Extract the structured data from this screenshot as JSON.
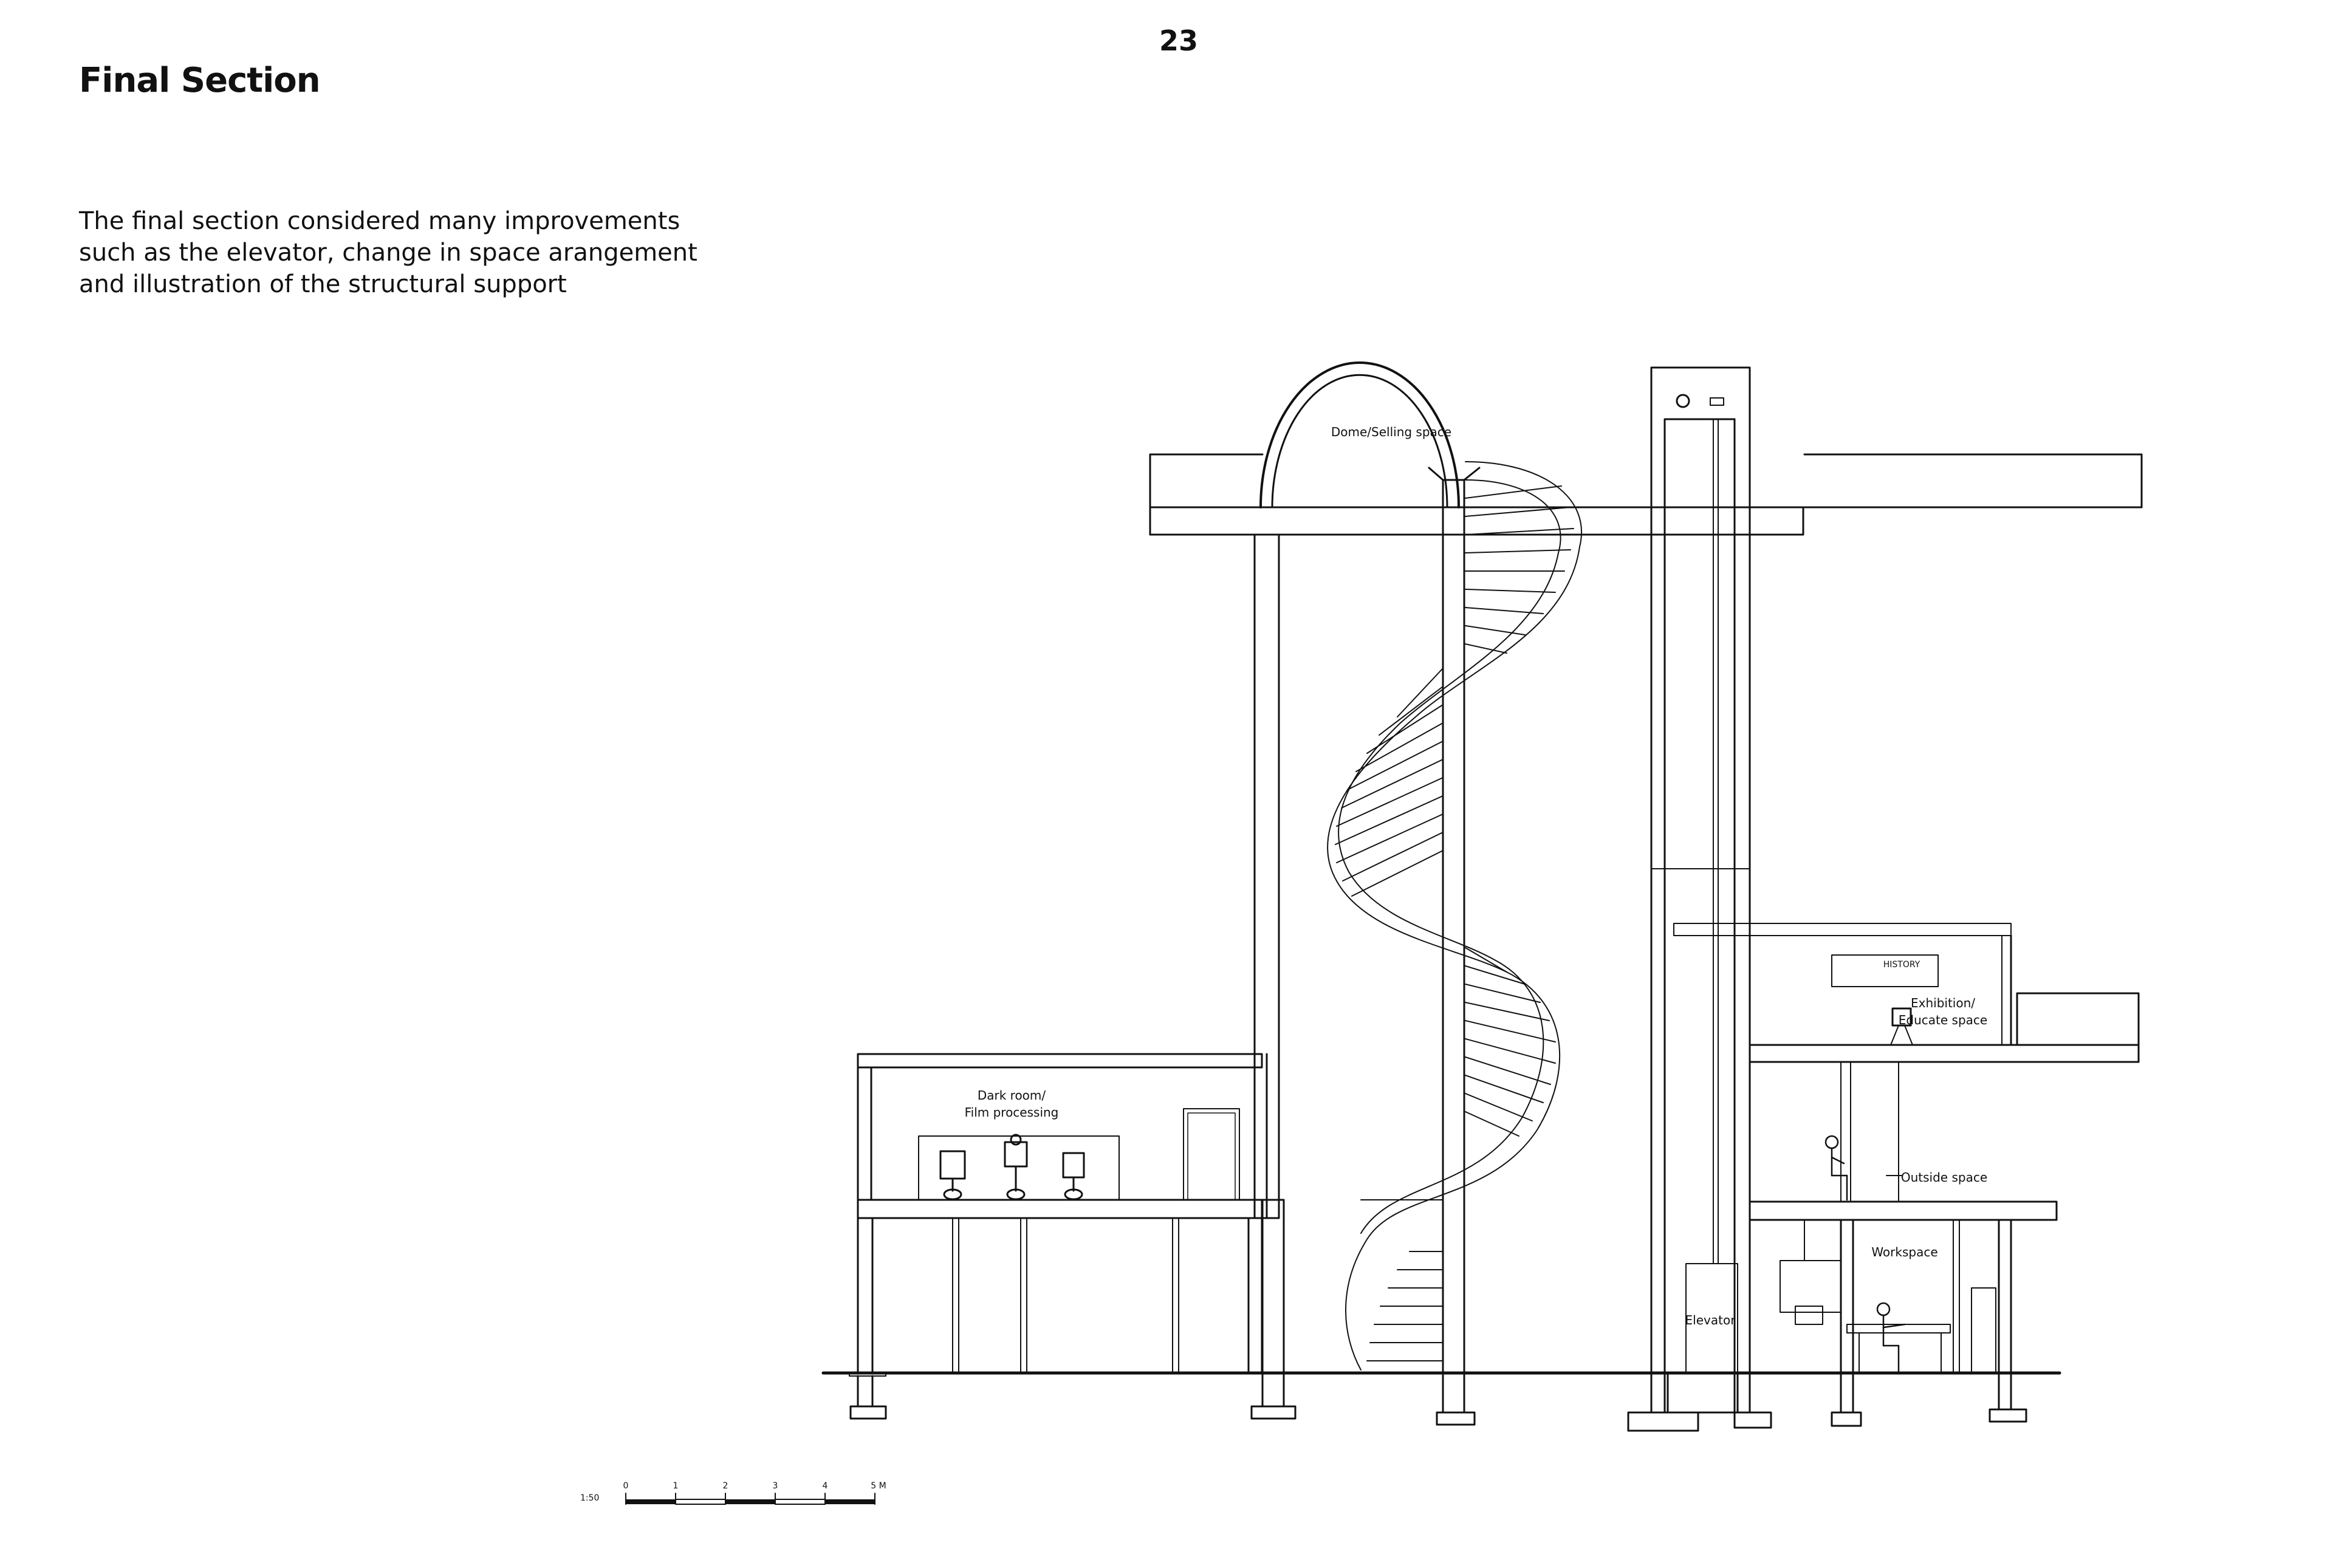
{
  "page_number": "23",
  "title": "Final Section",
  "intro_lines": [
    "The final section considered many improvements",
    "such as the elevator, change in space arangement",
    "and illustration of the structural support"
  ],
  "labels": {
    "dome": "Dome/Selling space",
    "dark_room_1": "Dark room/",
    "dark_room_2": "Film processing",
    "exhibition_1": "Exhibition/",
    "exhibition_2": "Educate space",
    "outside": "Outside space",
    "workspace": "Workspace",
    "elevator": "Elevator"
  },
  "poster_text": "HISTORY",
  "scale_bar": {
    "ratio": "1:50",
    "ticks": [
      "0",
      "1",
      "2",
      "3",
      "4",
      "5 M"
    ]
  }
}
